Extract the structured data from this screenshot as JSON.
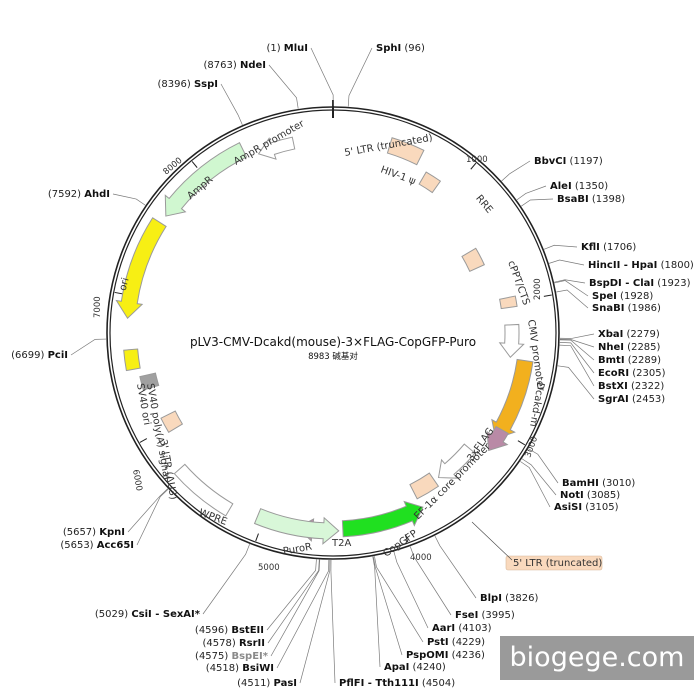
{
  "plasmid": {
    "name": "pLV3-CMV-Dcakd(mouse)-3×FLAG-CopGFP-Puro",
    "size_label": "8983 碱基对",
    "total_bp": 8983
  },
  "ticks": [
    {
      "bp": 1000,
      "label": "1000"
    },
    {
      "bp": 2000,
      "label": "2000"
    },
    {
      "bp": 3000,
      "label": "3000"
    },
    {
      "bp": 4000,
      "label": "4000"
    },
    {
      "bp": 5000,
      "label": "5000"
    },
    {
      "bp": 6000,
      "label": "6000"
    },
    {
      "bp": 7000,
      "label": "7000"
    },
    {
      "bp": 8000,
      "label": "8000"
    }
  ],
  "sites": [
    {
      "name": "MluI",
      "pos": "(1)",
      "bp": 1
    },
    {
      "name": "SphI",
      "pos": "(96)",
      "bp": 96
    },
    {
      "name": "NdeI",
      "pos": "(8763)",
      "bp": 8763
    },
    {
      "name": "SspI",
      "pos": "(8396)",
      "bp": 8396
    },
    {
      "name": "BbvCI",
      "pos": "(1197)",
      "bp": 1197
    },
    {
      "name": "AleI",
      "pos": "(1350)",
      "bp": 1350
    },
    {
      "name": "BsaBI",
      "pos": "(1398)",
      "bp": 1398
    },
    {
      "name": "KflI",
      "pos": "(1706)",
      "bp": 1706
    },
    {
      "name": "HincII - HpaI",
      "pos": "(1800)",
      "bp": 1800
    },
    {
      "name": "BspDI - ClaI",
      "pos": "(1923)",
      "bp": 1923
    },
    {
      "name": "SpeI",
      "pos": "(1928)",
      "bp": 1928
    },
    {
      "name": "SnaBI",
      "pos": "(1986)",
      "bp": 1986
    },
    {
      "name": "XbaI",
      "pos": "(2279)",
      "bp": 2279
    },
    {
      "name": "NheI",
      "pos": "(2285)",
      "bp": 2285
    },
    {
      "name": "BmtI",
      "pos": "(2289)",
      "bp": 2289
    },
    {
      "name": "EcoRI",
      "pos": "(2305)",
      "bp": 2305
    },
    {
      "name": "BstXI",
      "pos": "(2322)",
      "bp": 2322
    },
    {
      "name": "SgrAI",
      "pos": "(2453)",
      "bp": 2453
    },
    {
      "name": "BamHI",
      "pos": "(3010)",
      "bp": 3010
    },
    {
      "name": "NotI",
      "pos": "(3085)",
      "bp": 3085
    },
    {
      "name": "AsiSI",
      "pos": "(3105)",
      "bp": 3105
    },
    {
      "name": "BlpI",
      "pos": "(3826)",
      "bp": 3826
    },
    {
      "name": "FseI",
      "pos": "(3995)",
      "bp": 3995
    },
    {
      "name": "AarI",
      "pos": "(4103)",
      "bp": 4103
    },
    {
      "name": "PstI",
      "pos": "(4229)",
      "bp": 4229
    },
    {
      "name": "PspOMI",
      "pos": "(4236)",
      "bp": 4236
    },
    {
      "name": "ApaI",
      "pos": "(4240)",
      "bp": 4240
    },
    {
      "name": "PflFI - Tth111I",
      "pos": "(4504)",
      "bp": 4504
    },
    {
      "name": "PasI",
      "pos": "(4511)",
      "bp": 4511
    },
    {
      "name": "BsiWI",
      "pos": "(4518)",
      "bp": 4518
    },
    {
      "name": "BspEI*",
      "pos": "(4575)",
      "bp": 4575,
      "gray": true
    },
    {
      "name": "RsrII",
      "pos": "(4578)",
      "bp": 4578
    },
    {
      "name": "BstEII",
      "pos": "(4596)",
      "bp": 4596
    },
    {
      "name": "CsiI - SexAI*",
      "pos": "(5029)",
      "bp": 5029
    },
    {
      "name": "Acc65I",
      "pos": "(5653)",
      "bp": 5653
    },
    {
      "name": "KpnI",
      "pos": "(5657)",
      "bp": 5657
    },
    {
      "name": "PciI",
      "pos": "(6699)",
      "bp": 6699
    },
    {
      "name": "AhdI",
      "pos": "(7592)",
      "bp": 7592
    }
  ],
  "features": [
    {
      "label": "5' LTR (truncated)",
      "color": "#f9d9bd"
    },
    {
      "label": "HIV-1 ψ",
      "color": "#f9d9bd"
    },
    {
      "label": "RRE",
      "color": "#f9d9bd"
    },
    {
      "label": "cPPT/CTS",
      "color": "#f9d9bd"
    },
    {
      "label": "CMV promoter",
      "color": "#ffffff"
    },
    {
      "label": "Dcakd-m",
      "color": "#f2b01e"
    },
    {
      "label": "3xFLAG",
      "color": "#b98aa6"
    },
    {
      "label": "EF-1α core promoter",
      "color": "#ffffff"
    },
    {
      "label": "5' LTR (truncated)",
      "color": "#f9d9bd"
    },
    {
      "label": "CopGFP",
      "color": "#20e020"
    },
    {
      "label": "T2A",
      "color": "#b98aa6"
    },
    {
      "label": "PuroR",
      "color": "#d8f7d8"
    },
    {
      "label": "WPRE",
      "color": "#ffffff"
    },
    {
      "label": "3' LTR (ΔU3)",
      "color": "#f9d9bd"
    },
    {
      "label": "SV40 ori",
      "color": "#a0a0a0"
    },
    {
      "label": "SV40 poly(A) signal",
      "color": "#f7ef14"
    },
    {
      "label": "ori",
      "color": "#f7ef14"
    },
    {
      "label": "AmpR",
      "color": "#d0f7d0"
    },
    {
      "label": "AmpR promoter",
      "color": "#ffffff"
    }
  ],
  "watermark": "biogege.com"
}
